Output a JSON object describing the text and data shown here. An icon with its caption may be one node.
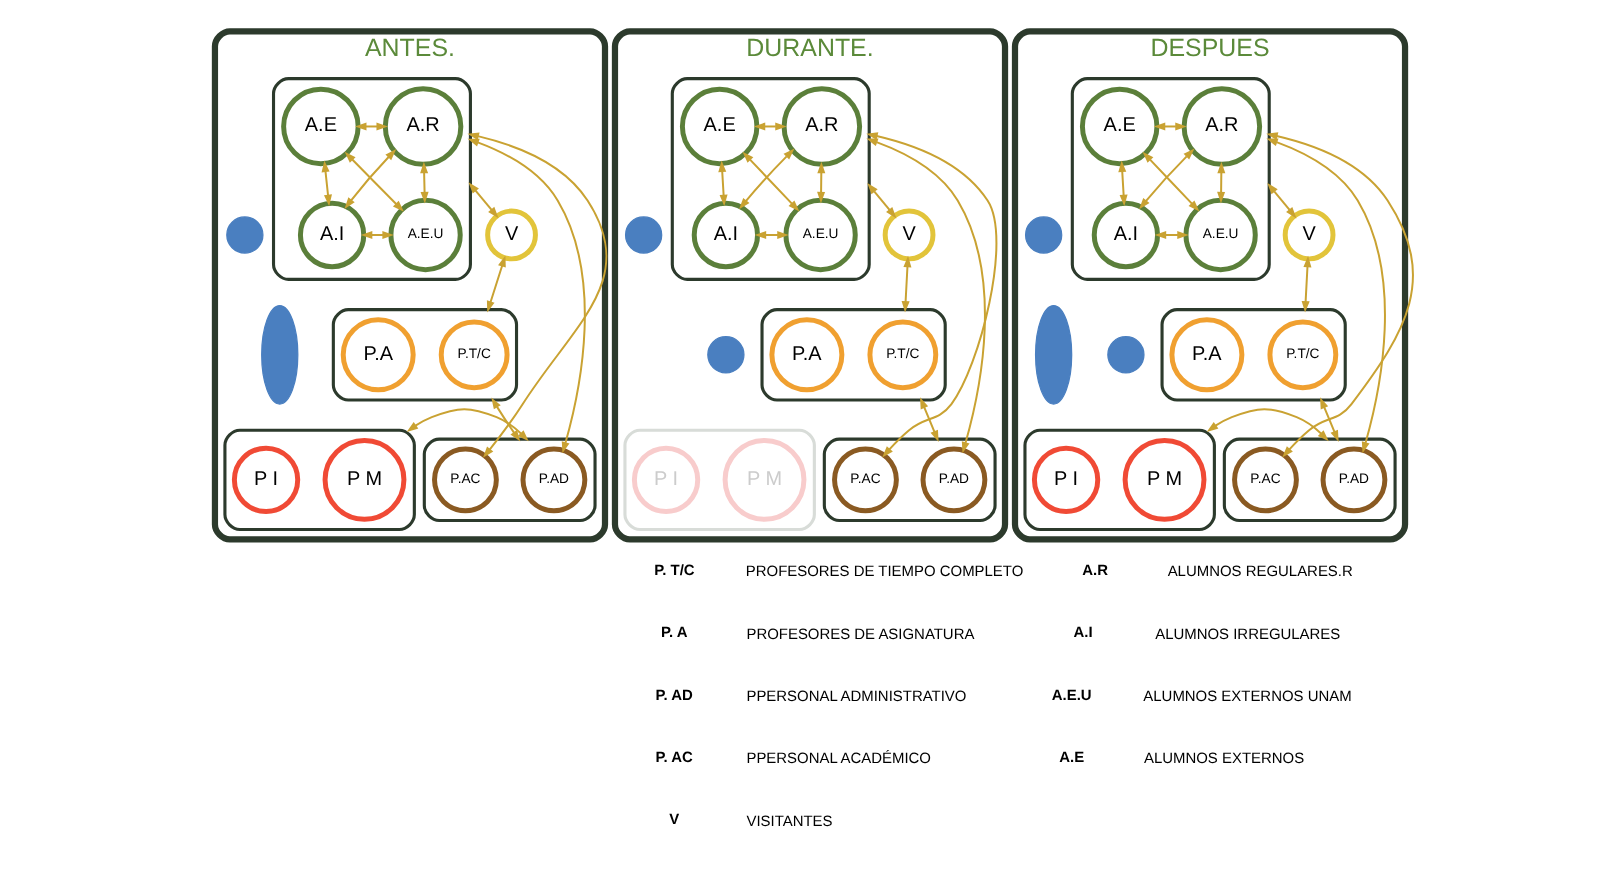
{
  "diagram": {
    "nodes": [
      {
        "text": [
          "ANTES."
        ]
      },
      {
        "text": [],
        "shape": "box",
        "in": 0
      },
      {
        "text": [
          "A.R"
        ],
        "in": 1
      },
      {
        "text": [
          "A.E"
        ],
        "in": 1
      },
      {
        "text": [
          "A.I"
        ],
        "in": 1
      },
      {
        "text": [
          "A.E.U"
        ],
        "in": 1
      },
      {
        "text": [],
        "shape": "circle",
        "in": 0
      },
      {
        "text": [
          "V"
        ],
        "in": 0
      },
      {
        "text": [],
        "shape": "box",
        "in": 0
      },
      {
        "text": [
          "P.T/C"
        ],
        "in": 8
      },
      {
        "text": [
          "P.A"
        ],
        "in": 8
      },
      {
        "text": [],
        "shape": "ellipse",
        "in": 0
      },
      {
        "text": [],
        "shape": "box",
        "in": 0
      },
      {
        "text": [
          "P.AD"
        ],
        "in": 12
      },
      {
        "text": [
          "P.AC"
        ],
        "in": 12
      },
      {
        "text": [],
        "shape": "box",
        "in": 0
      },
      {
        "text": [
          "P M"
        ],
        "in": 15
      },
      {
        "text": [
          "P I"
        ],
        "in": 15
      },
      {
        "text": [
          "DURANTE."
        ]
      },
      {
        "text": [],
        "shape": "box",
        "in": 18
      },
      {
        "text": [
          "A.R"
        ],
        "in": 19
      },
      {
        "text": [
          "A.E"
        ],
        "in": 19
      },
      {
        "text": [
          "A.I"
        ],
        "in": 19
      },
      {
        "text": [
          "A.E.U"
        ],
        "in": 19
      },
      {
        "text": [],
        "shape": "circle",
        "in": 18
      },
      {
        "text": [
          "V"
        ],
        "in": 18
      },
      {
        "text": [],
        "shape": "circle",
        "in": 18
      },
      {
        "text": [],
        "shape": "box",
        "in": 18
      },
      {
        "text": [
          "P.T/C"
        ],
        "in": 27
      },
      {
        "text": [
          "P.A"
        ],
        "in": 27
      },
      {
        "text": [],
        "shape": "box",
        "in": 18
      },
      {
        "text": [
          "P.AD"
        ],
        "in": 30
      },
      {
        "text": [
          "P.AC"
        ],
        "in": 30
      },
      {
        "text": [],
        "shape": "box",
        "in": 18
      },
      {
        "text": [
          "P M"
        ],
        "in": 33
      },
      {
        "text": [
          "P I"
        ],
        "in": 33
      },
      {
        "text": [
          "DESPUES"
        ]
      },
      {
        "text": [],
        "shape": "box",
        "in": 36
      },
      {
        "text": [
          "A.R"
        ],
        "in": 37
      },
      {
        "text": [
          "A.E"
        ],
        "in": 37
      },
      {
        "text": [
          "A.I"
        ],
        "in": 37
      },
      {
        "text": [
          "A.E.U"
        ],
        "in": 37
      },
      {
        "text": [],
        "shape": "circle",
        "in": 36
      },
      {
        "text": [
          "V"
        ],
        "in": 36
      },
      {
        "text": [],
        "shape": "circle",
        "in": 36
      },
      {
        "text": [],
        "shape": "box",
        "in": 36
      },
      {
        "text": [
          "P.T/C"
        ],
        "in": 45
      },
      {
        "text": [
          "P.A"
        ],
        "in": 45
      },
      {
        "text": [],
        "shape": "ellipse",
        "in": 36
      },
      {
        "text": [],
        "shape": "box",
        "in": 36
      },
      {
        "text": [
          "P.AD"
        ],
        "in": 49
      },
      {
        "text": [
          "P.AC"
        ],
        "in": 49
      },
      {
        "text": [],
        "shape": "box",
        "in": 36
      },
      {
        "text": [
          "P M"
        ],
        "in": 52
      },
      {
        "text": [
          "P I"
        ],
        "in": 52
      }
    ],
    "edges": [
      {
        "from": 2,
        "to": 3,
        "arrow": "both"
      },
      {
        "from": 2,
        "to": 4,
        "arrow": "both"
      },
      {
        "from": 2,
        "to": 5,
        "arrow": "both"
      },
      {
        "from": 4,
        "to": 3,
        "arrow": "both"
      },
      {
        "from": 5,
        "to": 3,
        "arrow": "both"
      },
      {
        "from": 4,
        "to": 5,
        "arrow": "both"
      },
      {
        "from": 1,
        "to": 7,
        "arrow": "both"
      },
      {
        "from": 7,
        "to": 8,
        "arrow": "both"
      },
      {
        "from": 1,
        "to": 13,
        "arrow": "both"
      },
      {
        "from": 1,
        "to": 14,
        "arrow": "both"
      },
      {
        "from": 8,
        "to": 12,
        "arrow": "both"
      },
      {
        "from": 12,
        "to": 15,
        "arrow": "both"
      },
      {
        "from": 20,
        "to": 21,
        "arrow": "both"
      },
      {
        "from": 20,
        "to": 22,
        "arrow": "both"
      },
      {
        "from": 20,
        "to": 23,
        "arrow": "both"
      },
      {
        "from": 22,
        "to": 21,
        "arrow": "both"
      },
      {
        "from": 23,
        "to": 21,
        "arrow": "both"
      },
      {
        "from": 22,
        "to": 23,
        "arrow": "both"
      },
      {
        "from": 19,
        "to": 25,
        "arrow": "both"
      },
      {
        "from": 25,
        "to": 27,
        "arrow": "both"
      },
      {
        "from": 19,
        "to": 31,
        "arrow": "both"
      },
      {
        "from": 19,
        "to": 32,
        "arrow": "both"
      },
      {
        "from": 27,
        "to": 30,
        "arrow": "both"
      },
      {
        "from": 38,
        "to": 39,
        "arrow": "both"
      },
      {
        "from": 38,
        "to": 40,
        "arrow": "both"
      },
      {
        "from": 38,
        "to": 41,
        "arrow": "both"
      },
      {
        "from": 40,
        "to": 39,
        "arrow": "both"
      },
      {
        "from": 41,
        "to": 39,
        "arrow": "both"
      },
      {
        "from": 40,
        "to": 41,
        "arrow": "both"
      },
      {
        "from": 37,
        "to": 43,
        "arrow": "both"
      },
      {
        "from": 43,
        "to": 45,
        "arrow": "both"
      },
      {
        "from": 37,
        "to": 50,
        "arrow": "both"
      },
      {
        "from": 37,
        "to": 51,
        "arrow": "both"
      },
      {
        "from": 45,
        "to": 49,
        "arrow": "both"
      },
      {
        "from": 49,
        "to": 52,
        "arrow": "both"
      }
    ],
    "labels": [
      "A.R",
      "ALUMNOS REGULARES.R",
      "A.I",
      "ALUMNOS IRREGULARES",
      "A.E.U",
      "ALUMNOS EXTERNOS UNAM",
      "A.E",
      "ALUMNOS EXTERNOS",
      "P. T/C",
      "PROFESORES DE TIEMPO COMPLETO",
      "P. A",
      "PROFESORES DE ASIGNATURA",
      "P. AD",
      "PPERSONAL ADMINISTRATIVO",
      "P. AC",
      "PPERSONAL ACADÉMICO",
      "V",
      "VISITANTES"
    ]
  }
}
